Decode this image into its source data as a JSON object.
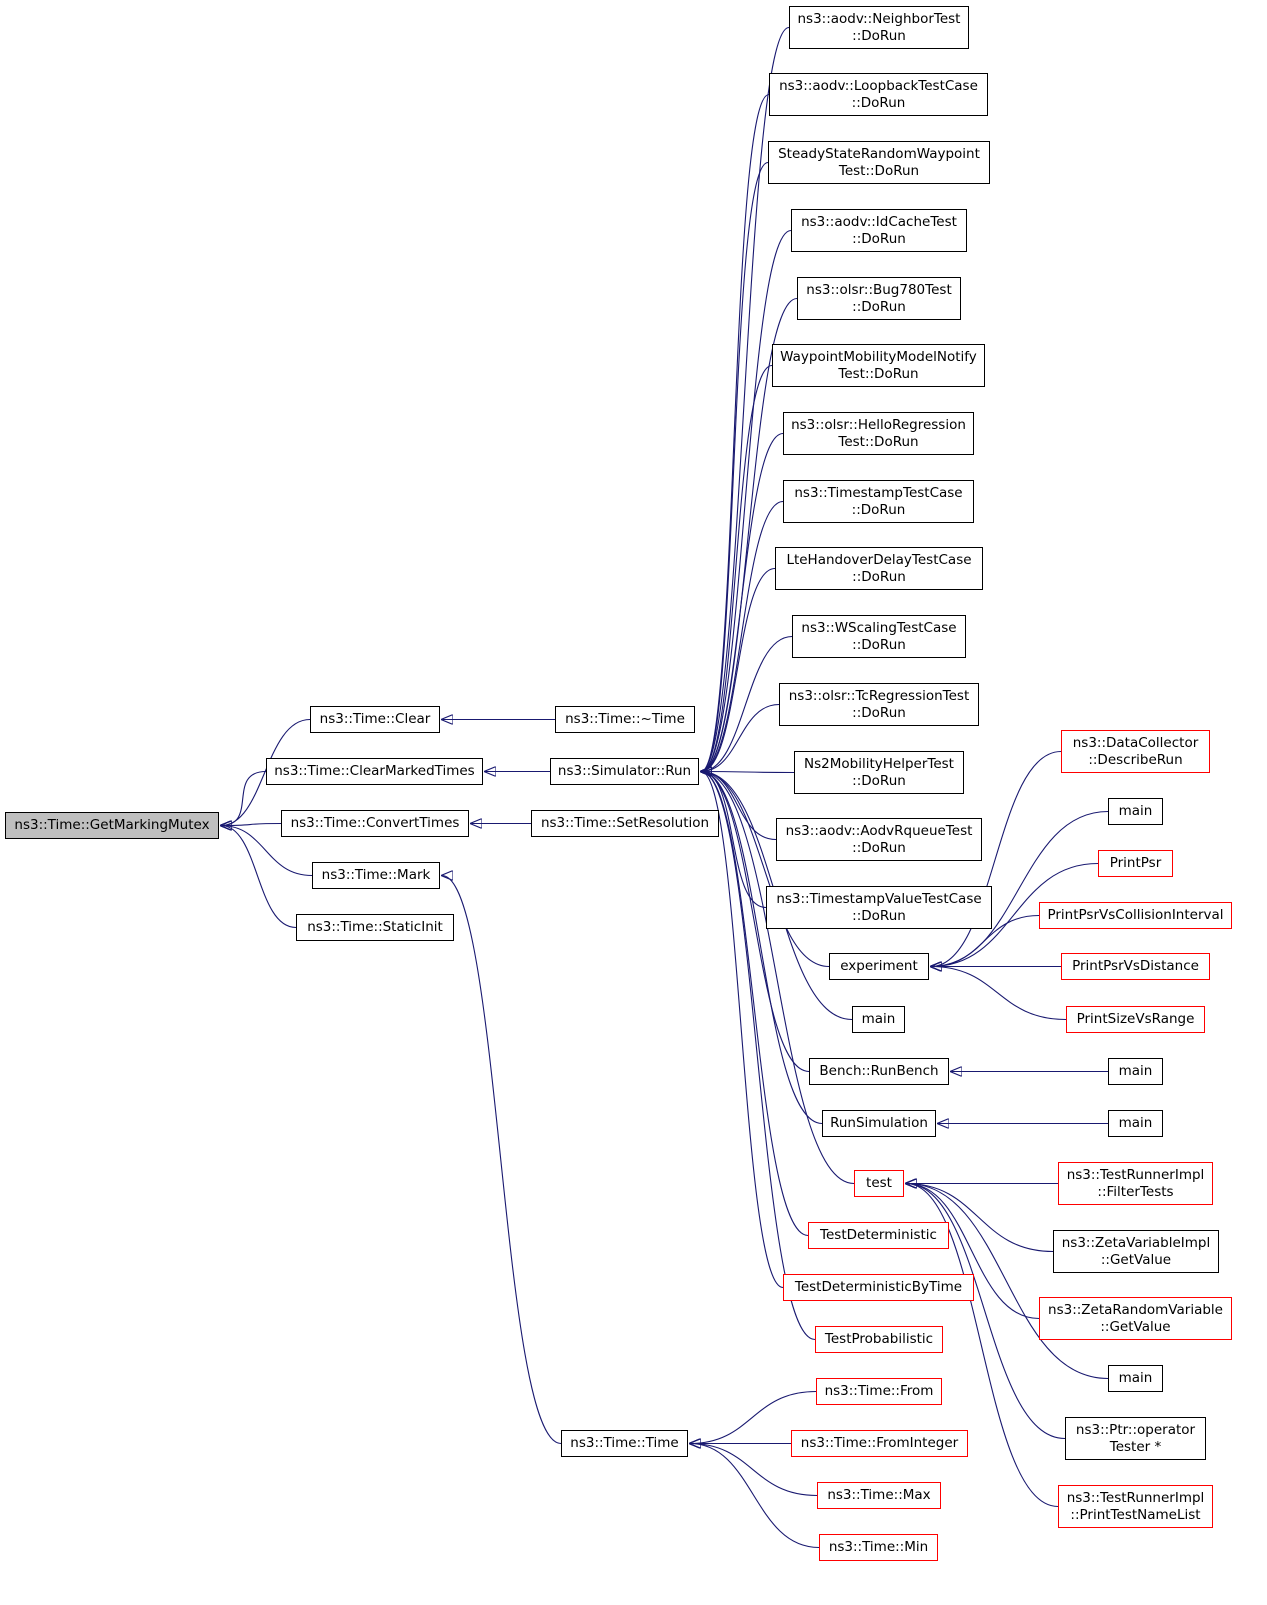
{
  "graph": {
    "colors": {
      "edge": "#191970",
      "node_border": "#000000",
      "truncated_border": "#ff0000",
      "root_fill": "#bfbfbf"
    },
    "nodes": [
      {
        "id": "getMarkingMutex",
        "lines": [
          "ns3::Time::GetMarkingMutex"
        ],
        "style": "root"
      },
      {
        "id": "clear",
        "lines": [
          "ns3::Time::Clear"
        ]
      },
      {
        "id": "clearMarked",
        "lines": [
          "ns3::Time::ClearMarkedTimes"
        ]
      },
      {
        "id": "convertTimes",
        "lines": [
          "ns3::Time::ConvertTimes"
        ]
      },
      {
        "id": "mark",
        "lines": [
          "ns3::Time::Mark"
        ]
      },
      {
        "id": "staticInit",
        "lines": [
          "ns3::Time::StaticInit"
        ]
      },
      {
        "id": "dtor",
        "lines": [
          "ns3::Time::~Time"
        ]
      },
      {
        "id": "simRun",
        "lines": [
          "ns3::Simulator::Run"
        ]
      },
      {
        "id": "setRes",
        "lines": [
          "ns3::Time::SetResolution"
        ]
      },
      {
        "id": "timeCtor",
        "lines": [
          "ns3::Time::Time"
        ]
      },
      {
        "id": "t1",
        "lines": [
          "ns3::aodv::NeighborTest",
          "::DoRun"
        ]
      },
      {
        "id": "t2",
        "lines": [
          "ns3::aodv::LoopbackTestCase",
          "::DoRun"
        ]
      },
      {
        "id": "t3",
        "lines": [
          "SteadyStateRandomWaypoint",
          "Test::DoRun"
        ]
      },
      {
        "id": "t4",
        "lines": [
          "ns3::aodv::IdCacheTest",
          "::DoRun"
        ]
      },
      {
        "id": "t5",
        "lines": [
          "ns3::olsr::Bug780Test",
          "::DoRun"
        ]
      },
      {
        "id": "t6",
        "lines": [
          "WaypointMobilityModelNotify",
          "Test::DoRun"
        ]
      },
      {
        "id": "t7",
        "lines": [
          "ns3::olsr::HelloRegression",
          "Test::DoRun"
        ]
      },
      {
        "id": "t8",
        "lines": [
          "ns3::TimestampTestCase",
          "::DoRun"
        ]
      },
      {
        "id": "t9",
        "lines": [
          "LteHandoverDelayTestCase",
          "::DoRun"
        ]
      },
      {
        "id": "t10",
        "lines": [
          "ns3::WScalingTestCase",
          "::DoRun"
        ]
      },
      {
        "id": "t11",
        "lines": [
          "ns3::olsr::TcRegressionTest",
          "::DoRun"
        ]
      },
      {
        "id": "t12",
        "lines": [
          "Ns2MobilityHelperTest",
          "::DoRun"
        ]
      },
      {
        "id": "t13",
        "lines": [
          "ns3::aodv::AodvRqueueTest",
          "::DoRun"
        ]
      },
      {
        "id": "t14",
        "lines": [
          "ns3::TimestampValueTestCase",
          "::DoRun"
        ]
      },
      {
        "id": "experiment",
        "lines": [
          "experiment"
        ]
      },
      {
        "id": "main1",
        "lines": [
          "main"
        ]
      },
      {
        "id": "bench",
        "lines": [
          "Bench::RunBench"
        ]
      },
      {
        "id": "runSim",
        "lines": [
          "RunSimulation"
        ]
      },
      {
        "id": "test",
        "lines": [
          "test"
        ],
        "style": "red"
      },
      {
        "id": "testDet",
        "lines": [
          "TestDeterministic"
        ],
        "style": "red"
      },
      {
        "id": "testDetTime",
        "lines": [
          "TestDeterministicByTime"
        ],
        "style": "red"
      },
      {
        "id": "testProb",
        "lines": [
          "TestProbabilistic"
        ],
        "style": "red"
      },
      {
        "id": "from",
        "lines": [
          "ns3::Time::From"
        ],
        "style": "red"
      },
      {
        "id": "fromInt",
        "lines": [
          "ns3::Time::FromInteger"
        ],
        "style": "red"
      },
      {
        "id": "max",
        "lines": [
          "ns3::Time::Max"
        ],
        "style": "red"
      },
      {
        "id": "min",
        "lines": [
          "ns3::Time::Min"
        ],
        "style": "red"
      },
      {
        "id": "dataCollector",
        "lines": [
          "ns3::DataCollector",
          "::DescribeRun"
        ],
        "style": "red"
      },
      {
        "id": "main2",
        "lines": [
          "main"
        ]
      },
      {
        "id": "printPsr",
        "lines": [
          "PrintPsr"
        ],
        "style": "red"
      },
      {
        "id": "printPsrColl",
        "lines": [
          "PrintPsrVsCollisionInterval"
        ],
        "style": "red"
      },
      {
        "id": "printPsrDist",
        "lines": [
          "PrintPsrVsDistance"
        ],
        "style": "red"
      },
      {
        "id": "printSize",
        "lines": [
          "PrintSizeVsRange"
        ],
        "style": "red"
      },
      {
        "id": "main3",
        "lines": [
          "main"
        ]
      },
      {
        "id": "main4",
        "lines": [
          "main"
        ]
      },
      {
        "id": "filterTests",
        "lines": [
          "ns3::TestRunnerImpl",
          "::FilterTests"
        ],
        "style": "red"
      },
      {
        "id": "zetaVar",
        "lines": [
          "ns3::ZetaVariableImpl",
          "::GetValue"
        ]
      },
      {
        "id": "zetaRand",
        "lines": [
          "ns3::ZetaRandomVariable",
          "::GetValue"
        ],
        "style": "red"
      },
      {
        "id": "main5",
        "lines": [
          "main"
        ]
      },
      {
        "id": "ptrOp",
        "lines": [
          "ns3::Ptr::operator",
          "Tester *"
        ]
      },
      {
        "id": "printTestNames",
        "lines": [
          "ns3::TestRunnerImpl",
          "::PrintTestNameList"
        ],
        "style": "red"
      }
    ],
    "edges": [
      [
        "clear",
        "getMarkingMutex"
      ],
      [
        "clearMarked",
        "getMarkingMutex"
      ],
      [
        "convertTimes",
        "getMarkingMutex"
      ],
      [
        "mark",
        "getMarkingMutex"
      ],
      [
        "staticInit",
        "getMarkingMutex"
      ],
      [
        "dtor",
        "clear"
      ],
      [
        "simRun",
        "clearMarked"
      ],
      [
        "setRes",
        "convertTimes"
      ],
      [
        "timeCtor",
        "mark"
      ],
      [
        "t1",
        "simRun"
      ],
      [
        "t2",
        "simRun"
      ],
      [
        "t3",
        "simRun"
      ],
      [
        "t4",
        "simRun"
      ],
      [
        "t5",
        "simRun"
      ],
      [
        "t6",
        "simRun"
      ],
      [
        "t7",
        "simRun"
      ],
      [
        "t8",
        "simRun"
      ],
      [
        "t9",
        "simRun"
      ],
      [
        "t10",
        "simRun"
      ],
      [
        "t11",
        "simRun"
      ],
      [
        "t12",
        "simRun"
      ],
      [
        "t13",
        "simRun"
      ],
      [
        "t14",
        "simRun"
      ],
      [
        "experiment",
        "simRun"
      ],
      [
        "main1",
        "simRun"
      ],
      [
        "bench",
        "simRun"
      ],
      [
        "runSim",
        "simRun"
      ],
      [
        "test",
        "simRun"
      ],
      [
        "testDet",
        "simRun"
      ],
      [
        "testDetTime",
        "simRun"
      ],
      [
        "testProb",
        "simRun"
      ],
      [
        "from",
        "timeCtor"
      ],
      [
        "fromInt",
        "timeCtor"
      ],
      [
        "max",
        "timeCtor"
      ],
      [
        "min",
        "timeCtor"
      ],
      [
        "dataCollector",
        "experiment"
      ],
      [
        "main2",
        "experiment"
      ],
      [
        "printPsr",
        "experiment"
      ],
      [
        "printPsrColl",
        "experiment"
      ],
      [
        "printPsrDist",
        "experiment"
      ],
      [
        "printSize",
        "experiment"
      ],
      [
        "main3",
        "bench"
      ],
      [
        "main4",
        "runSim"
      ],
      [
        "filterTests",
        "test"
      ],
      [
        "zetaVar",
        "test"
      ],
      [
        "zetaRand",
        "test"
      ],
      [
        "main5",
        "test"
      ],
      [
        "ptrOp",
        "test"
      ],
      [
        "printTestNames",
        "test"
      ]
    ]
  }
}
